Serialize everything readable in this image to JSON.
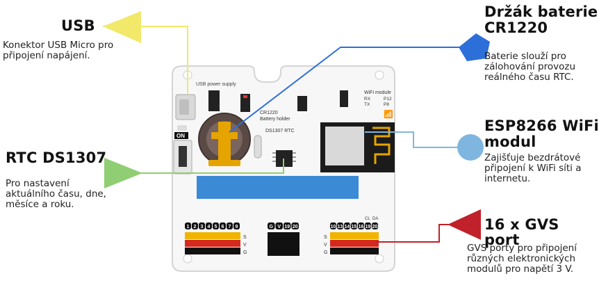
{
  "colors": {
    "usb": "#f2e86a",
    "holder": "#2d6fd8",
    "wifi": "#7fb6e0",
    "rtc": "#8fce72",
    "gvs": "#c0212b"
  },
  "labels": {
    "usb": {
      "title": "USB",
      "desc": "Konektor USB Micro pro připojení napájení."
    },
    "holder": {
      "title_line1": "Držák baterie",
      "title_line2": "CR1220",
      "desc": "Baterie slouží pro zálohování provozu reálného času RTC."
    },
    "wifi": {
      "title_line1": "ESP8266 WiFi",
      "title_line2": "modul",
      "desc": "Zajišťuje bezdrátové připojení k WiFi síti a internetu."
    },
    "rtc": {
      "title": "RTC DS1307",
      "desc": "Pro nastavení aktuálního času, dne, měsíce a roku."
    },
    "gvs": {
      "title": "16 x GVS port",
      "desc": "GVS porty pro připojení různých elektronických modulů pro napětí 3 V."
    }
  },
  "board": {
    "usb_power": "USB power supply",
    "cr1220": "CR1220",
    "battery_holder": "Battery holder",
    "ds1307": "DS1307 RTC",
    "wifi_module": "WiFi module",
    "rx": "RX",
    "tx": "TX",
    "p12": "P12",
    "p8": "P8",
    "on": "ON",
    "pins_left": [
      "1",
      "2",
      "3",
      "4",
      "5",
      "6",
      "7",
      "9"
    ],
    "pins_mid": [
      "G",
      "V",
      "19",
      "20"
    ],
    "pins_right": [
      "10",
      "13",
      "14",
      "15",
      "16",
      "19",
      "20"
    ],
    "s": "S",
    "v": "V",
    "g": "G",
    "cl": "CL",
    "da": "DA"
  }
}
